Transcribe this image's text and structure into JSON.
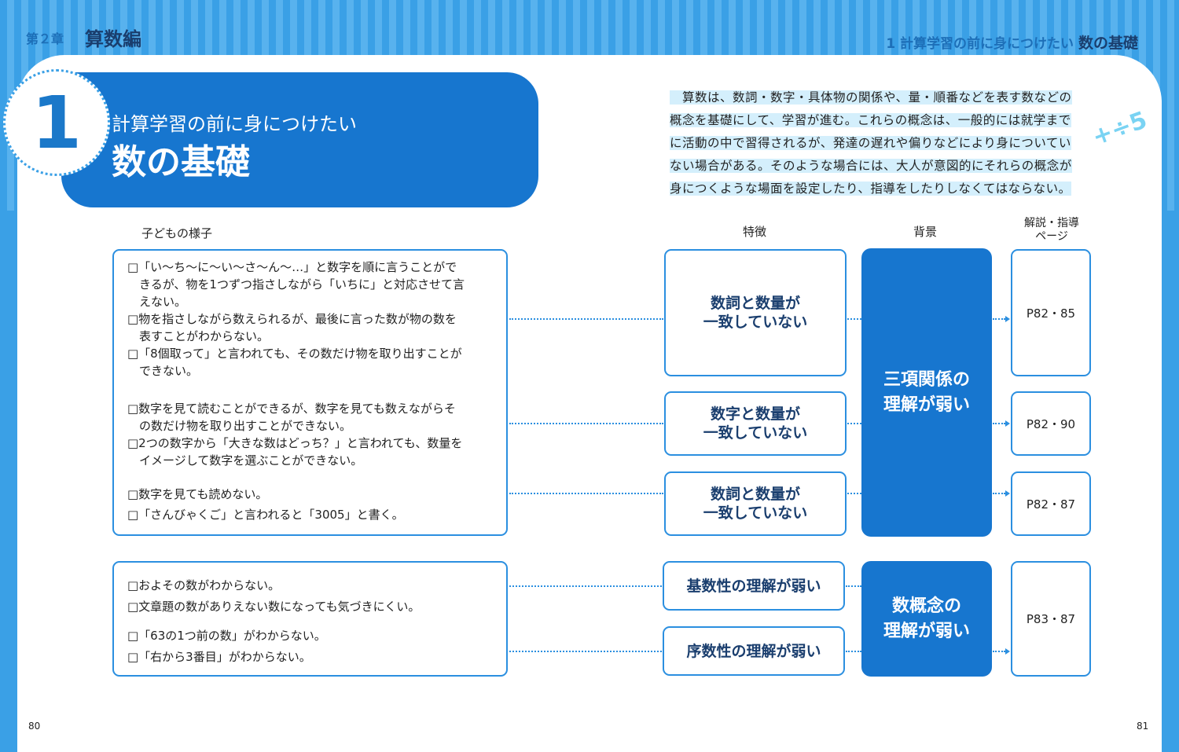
{
  "header": {
    "chapter_num": "第２章",
    "chapter_title": "算数編",
    "running_head_prefix": "1 計算学習の前に身につけたい",
    "running_head_title": "数の基礎"
  },
  "section": {
    "number": "1",
    "subtitle": "計算学習の前に身につけたい",
    "title": "数の基礎"
  },
  "intro": {
    "lines": [
      "　算数は、数詞・数字・具体物の関係や、量・順番などを表す数などの",
      "概念を基礎にして、学習が進む。これらの概念は、一般的には就学まで",
      "に活動の中で習得されるが、発達の遅れや偏りなどにより身についてい",
      "ない場合がある。そのような場合には、大人が意図的にそれらの概念が",
      "身につくような場面を設定したり、指導をしたりしなくてはならない。"
    ]
  },
  "columns": {
    "child": "子どもの様子",
    "feature": "特徴",
    "background": "背景",
    "page_line1": "解説・指導",
    "page_line2": "ページ"
  },
  "group1": {
    "items_a": [
      "□「い〜ち〜に〜い〜さ〜ん〜…」と数字を順に言うことがで",
      "　きるが、物を1つずつ指さしながら「いちに」と対応させて言",
      "　えない。",
      "□物を指さしながら数えられるが、最後に言った数が物の数を",
      "　表すことがわからない。",
      "□「8個取って」と言われても、その数だけ物を取り出すことが",
      "　できない。"
    ],
    "items_b": [
      "□数字を見て読むことができるが、数字を見ても数えながらそ",
      "　の数だけ物を取り出すことができない。",
      "□2つの数字から「大きな数はどっち？」と言われても、数量を",
      "　イメージして数字を選ぶことができない。"
    ],
    "items_c": [
      "□数字を見ても読めない。",
      "□「さんびゃくご」と言われると「3005」と書く。"
    ],
    "features": [
      {
        "line1": "数詞と数量が",
        "line2": "一致していない"
      },
      {
        "line1": "数字と数量が",
        "line2": "一致していない"
      },
      {
        "line1": "数詞と数量が",
        "line2": "一致していない"
      }
    ],
    "background_line1": "三項関係の",
    "background_line2": "理解が弱い",
    "pages": [
      "P82・85",
      "P82・90",
      "P82・87"
    ]
  },
  "group2": {
    "items_a": [
      "□およその数がわからない。",
      "□文章題の数がありえない数になっても気づきにくい。"
    ],
    "items_b": [
      "□「63の1つ前の数」がわからない。",
      "□「右から3番目」がわからない。"
    ],
    "features": [
      "基数性の理解が弱い",
      "序数性の理解が弱い"
    ],
    "background_line1": "数概念の",
    "background_line2": "理解が弱い",
    "page": "P83・87"
  },
  "folio": {
    "left": "80",
    "right": "81"
  },
  "colors": {
    "accent": "#1776cf",
    "stripe": "#3aa0e6",
    "border": "#2b8fe0"
  }
}
